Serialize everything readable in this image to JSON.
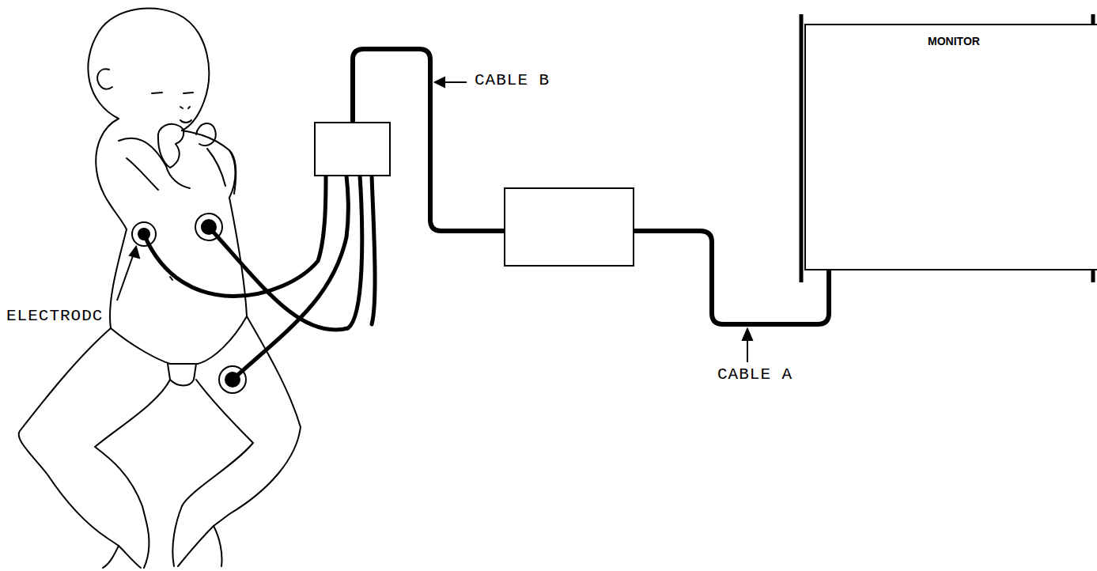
{
  "diagram": {
    "nodes": [
      {
        "text": [
          "MONITOR"
        ]
      }
    ],
    "labels": [
      "CABLE B",
      "CABLE A",
      "ELECTRODC"
    ]
  }
}
